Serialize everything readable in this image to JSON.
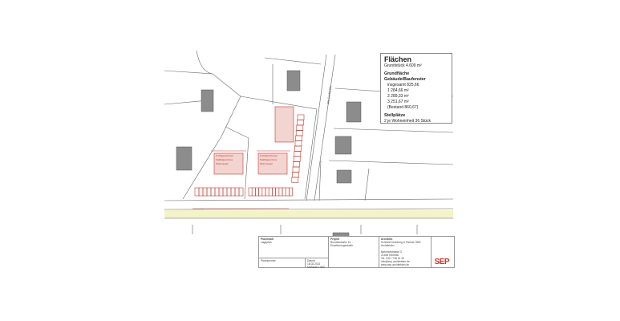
{
  "legend": {
    "title": "Flächen",
    "grundstueck": "Grundstück 4.609 m²",
    "gebaeude_heading": "Grundfläche Gebäude/Baufenster",
    "items": [
      "insgesamt 825,66",
      "1 284,66 m²",
      "2 289,33 m²",
      "3 251,67 m²",
      "(Bestand 860,67)"
    ],
    "parking_heading": "Stellplätze",
    "parking_text": "2 je Wohneinheit 36 Stück"
  },
  "plan": {
    "street": "Alte Dorfstraße",
    "building_labels": [
      "3 Vollgeschosse",
      "Staffelgeschoss",
      "Wohnungen"
    ],
    "colors": {
      "design": "#c0392b",
      "existing": "#8c8c8c",
      "road_band": "#f4f3c8"
    }
  },
  "title_block": {
    "content_label": "Planinhalt",
    "content_value": "Lageplan",
    "plan_no_label": "Plannummer",
    "date_label": "Datum",
    "date_value": "18.02.2021",
    "scale_label": "Maßstab",
    "scale_value": "1:500",
    "project_label": "Projekt",
    "project_lines": [
      "Bundesstraße 13",
      "Erweiterungsstudie"
    ],
    "architect_label": "Architekt",
    "architect_lines": [
      "Schmidt Kirchberg & Partner GbR",
      "Architekten",
      "",
      "Bahnhofstrasse 3",
      "21465 Reinbek",
      "Tel. 040 / 728 14 40",
      "info@sep-architekten.de",
      "www.sep-architekten.de"
    ],
    "logo": "SEP"
  }
}
